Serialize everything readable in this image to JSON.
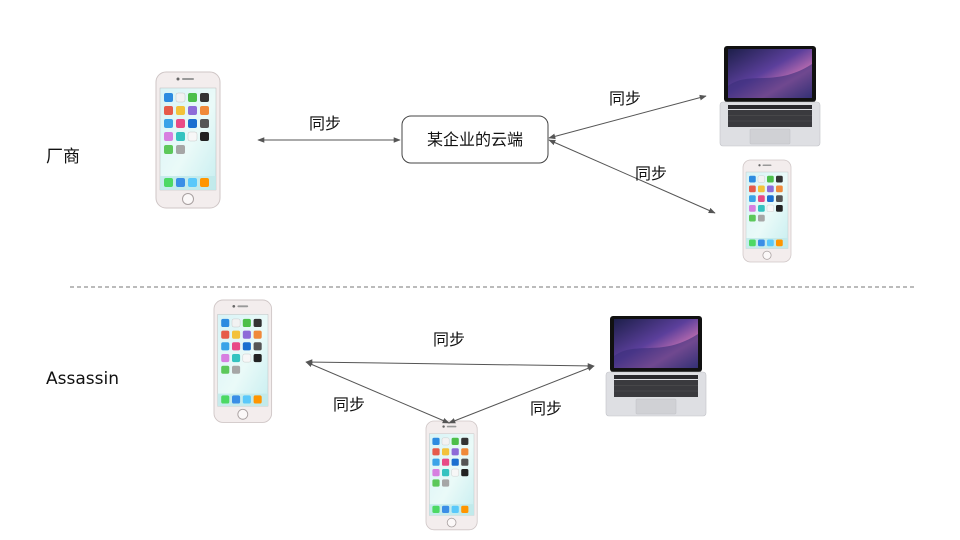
{
  "rows": {
    "vendor": {
      "label": "厂商"
    },
    "assassin": {
      "label": "Assassin"
    }
  },
  "cloud": {
    "label": "某企业的云端"
  },
  "edges": {
    "vendor_phone_to_cloud": "同步",
    "cloud_to_laptop": "同步",
    "cloud_to_phone": "同步",
    "assassin_phone_to_laptop": "同步",
    "assassin_phone_to_phone": "同步",
    "assassin_laptop_to_phone": "同步"
  },
  "colors": {
    "edge": "#555555",
    "divider": "#777777",
    "phone_body": "#f3eded",
    "laptop_body": "#dedfe3"
  },
  "icons": [
    "smartphone-icon",
    "laptop-icon"
  ]
}
